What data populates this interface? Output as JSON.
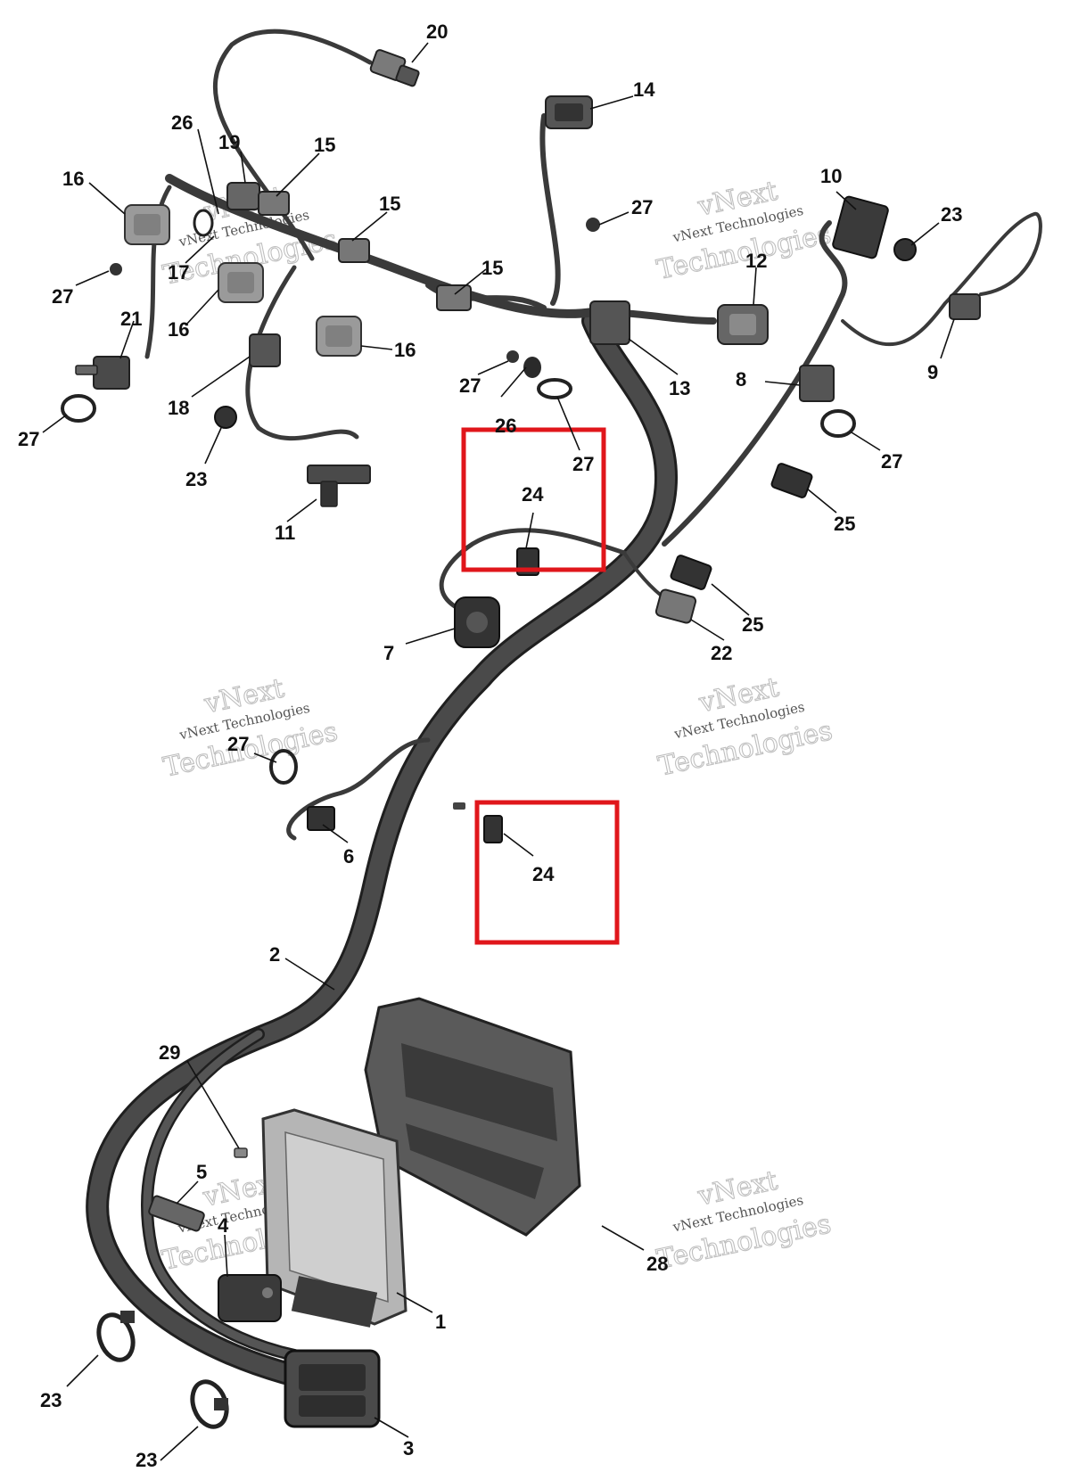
{
  "callouts": {
    "c1": "1",
    "c2": "2",
    "c3": "3",
    "c4": "4",
    "c5": "5",
    "c6": "6",
    "c7": "7",
    "c8": "8",
    "c9": "9",
    "c10": "10",
    "c11": "11",
    "c12": "12",
    "c13": "13",
    "c14": "14",
    "c15a": "15",
    "c15b": "15",
    "c15c": "15",
    "c16a": "16",
    "c16b": "16",
    "c16c": "16",
    "c17": "17",
    "c18": "18",
    "c19": "19",
    "c20": "20",
    "c21": "21",
    "c22": "22",
    "c23a": "23",
    "c23b": "23",
    "c23c": "23",
    "c23d": "23",
    "c24a": "24",
    "c24b": "24",
    "c25a": "25",
    "c25b": "25",
    "c26a": "26",
    "c26b": "26",
    "c27a": "27",
    "c27b": "27",
    "c27c": "27",
    "c27d": "27",
    "c27e": "27",
    "c27f": "27",
    "c27g": "27",
    "c28": "28",
    "c29": "29"
  },
  "watermark": {
    "line1": "vNext",
    "line2": "vNext Technologies",
    "line3": "Technologies"
  },
  "colors": {
    "harness": "#3f3f3f",
    "harness_edge": "#1f1f1f",
    "connector": "#6e6e6e",
    "connector_light": "#9a9a9a",
    "highlight": "#e0161b"
  }
}
